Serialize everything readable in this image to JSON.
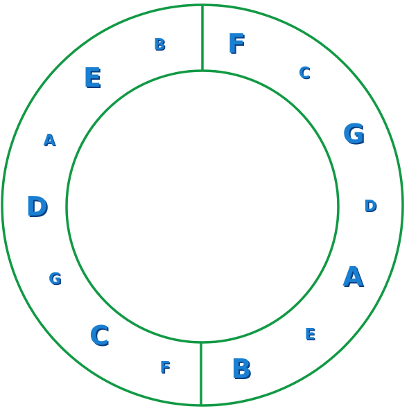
{
  "colors": {
    "ring_stroke": "#119944",
    "note_fill": "#1a7fd1",
    "note_shadow": "#0a3d80",
    "background": "#ffffff"
  },
  "notes": [
    {
      "id": "F-large",
      "label": "F",
      "size": "large"
    },
    {
      "id": "C-small",
      "label": "C",
      "size": "small"
    },
    {
      "id": "G-large",
      "label": "G",
      "size": "large"
    },
    {
      "id": "D-small",
      "label": "D",
      "size": "small"
    },
    {
      "id": "A-large",
      "label": "A",
      "size": "large"
    },
    {
      "id": "E-small",
      "label": "E",
      "size": "small"
    },
    {
      "id": "B-large",
      "label": "B",
      "size": "large"
    },
    {
      "id": "F-small",
      "label": "F",
      "size": "small"
    },
    {
      "id": "C-large",
      "label": "C",
      "size": "large"
    },
    {
      "id": "G-small",
      "label": "G",
      "size": "small"
    },
    {
      "id": "D-large",
      "label": "D",
      "size": "large"
    },
    {
      "id": "A-small",
      "label": "A",
      "size": "small"
    },
    {
      "id": "E-large",
      "label": "E",
      "size": "large"
    },
    {
      "id": "B-small",
      "label": "B",
      "size": "small"
    }
  ]
}
